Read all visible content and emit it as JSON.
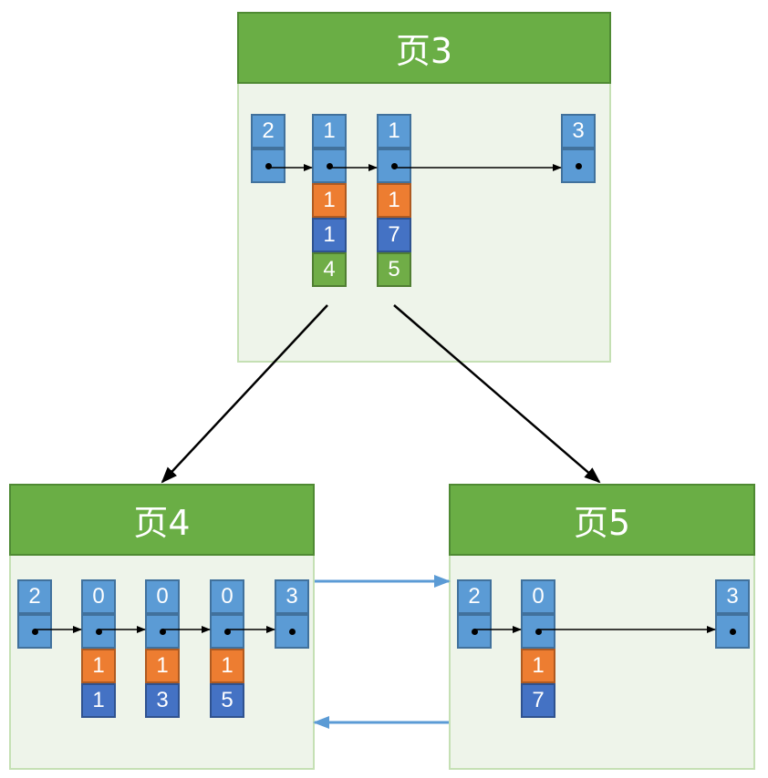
{
  "pages": {
    "page3": {
      "title": "页3",
      "records": [
        {
          "type": "2"
        },
        {
          "type": "1",
          "key_c2": "1",
          "key_c3": "1",
          "child_page": "4"
        },
        {
          "type": "1",
          "key_c2": "1",
          "key_c3": "7",
          "child_page": "5"
        },
        {
          "type": "3"
        }
      ]
    },
    "page4": {
      "title": "页4",
      "records": [
        {
          "type": "2"
        },
        {
          "type": "0",
          "c2": "1",
          "c3": "1"
        },
        {
          "type": "0",
          "c2": "1",
          "c3": "3"
        },
        {
          "type": "0",
          "c2": "1",
          "c3": "5"
        },
        {
          "type": "3"
        }
      ]
    },
    "page5": {
      "title": "页5",
      "records": [
        {
          "type": "2"
        },
        {
          "type": "0",
          "c2": "1",
          "c3": "7"
        },
        {
          "type": "3"
        }
      ]
    }
  },
  "colors": {
    "header_green": "#6AAE45",
    "page_bg": "#EEF4EA",
    "record_blue": "#5B9BD5",
    "key_orange": "#ED7D31",
    "key_dark_blue": "#4472C4",
    "page_no_green": "#70AD47",
    "sibling_link_blue": "#5B9BD5"
  }
}
